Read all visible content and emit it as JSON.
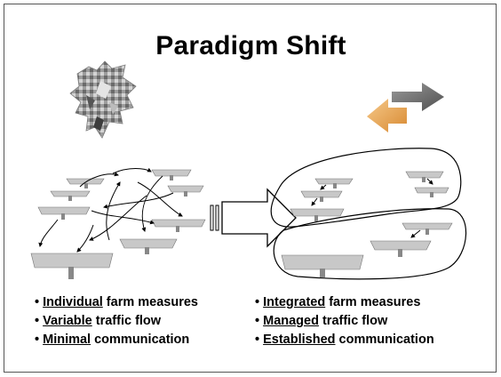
{
  "slide": {
    "title": "Paradigm Shift",
    "left_list": [
      {
        "bullet": "•",
        "key": "Individual",
        "rest": " farm measures"
      },
      {
        "bullet": "•",
        "key": "Variable",
        "rest": " traffic flow"
      },
      {
        "bullet": "•",
        "key": "Minimal",
        "rest": " communication"
      }
    ],
    "right_list": [
      {
        "bullet": "•",
        "key": "Integrated",
        "rest": " farm measures"
      },
      {
        "bullet": "•",
        "key": "Managed",
        "rest": " traffic flow"
      },
      {
        "bullet": "•",
        "key": "Established",
        "rest": " communication"
      }
    ]
  },
  "icons": {
    "scatter": "shattered-pieces-icon",
    "exchange": "exchange-arrows-icon",
    "transition": "transition-arrow-icon"
  },
  "colors": {
    "arrow_dark": "#6e6e6e",
    "arrow_orange": "#e7a04f",
    "farm_top": "#c8c8c8",
    "farm_side": "#8a8a8a"
  }
}
